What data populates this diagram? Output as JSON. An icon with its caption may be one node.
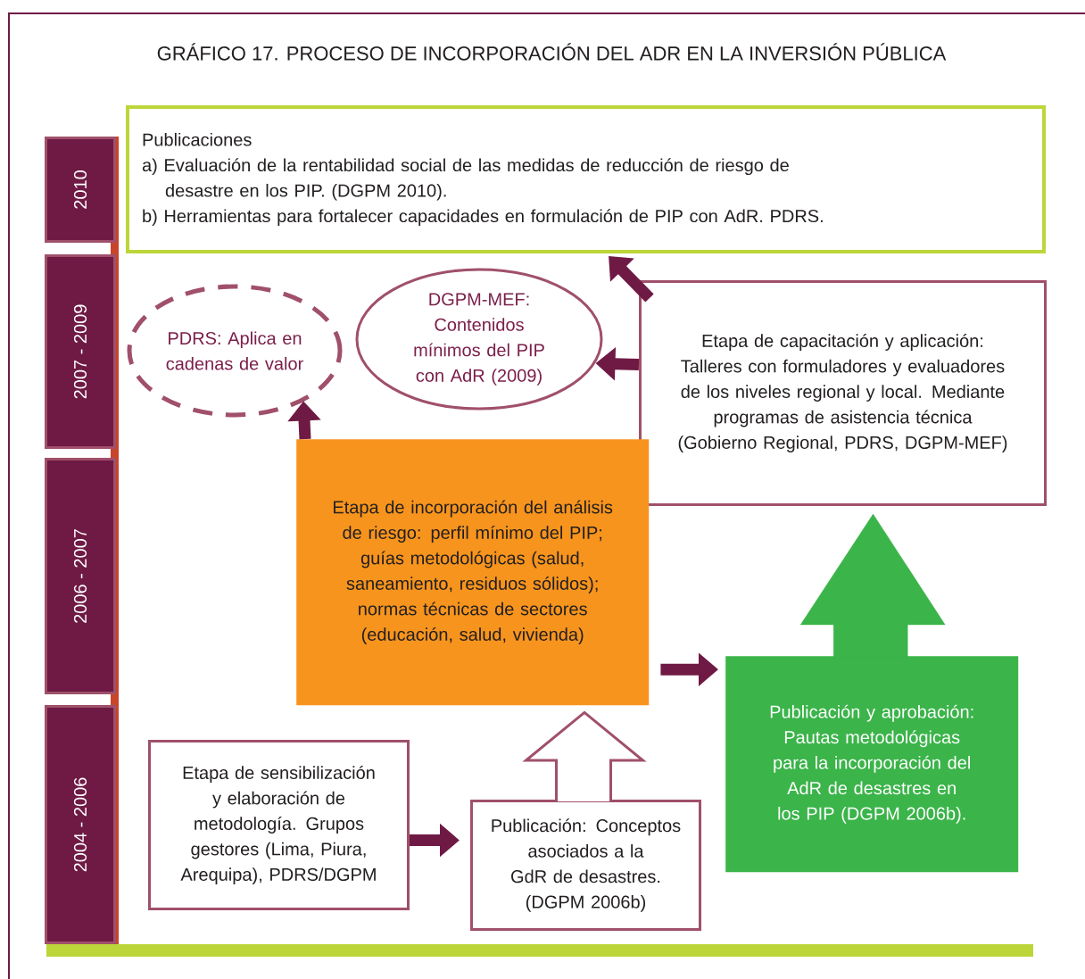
{
  "diagram": {
    "title": "GRÁFICO 17. PROCESO DE INCORPORACIÓN DEL ADR EN LA INVERSIÓN PÚBLICA",
    "nodes": [
      {
        "text": [
          "Publicaciones",
          "a) Evaluación de la rentabilidad social de las medidas de reducción de riesgo de desastre en los PIP. (DGPM 2010).",
          "b) Herramientas para fortalecer capacidades en formulación de PIP con AdR. PDRS."
        ]
      },
      {
        "text": [
          "2010"
        ]
      },
      {
        "text": [
          "2007 - 2009"
        ]
      },
      {
        "text": [
          "PDRS: Aplica en cadenas de valor"
        ]
      },
      {
        "text": [
          "DGPM-MEF: Contenidos mínimos del PIP con AdR (2009)"
        ]
      },
      {
        "text": [
          "Etapa de capacitación y aplicación: Talleres con formuladores y evaluadores de los niveles regional y local. Mediante programas de asistencia técnica (Gobierno Regional, PDRS, DGPM-MEF)"
        ]
      },
      {
        "text": [
          "2006 - 2007"
        ]
      },
      {
        "text": [
          "Etapa de incorporación del análisis de riesgo: perfil mínimo del PIP; guías metodológicas (salud, saneamiento, residuos sólidos); normas técnicas de sectores (educación, salud, vivienda)"
        ]
      },
      {
        "text": [
          "2004 - 2006"
        ]
      },
      {
        "text": [
          "Etapa de sensibilización y elaboración de metodología. Grupos gestores (Lima, Piura, Arequipa), PDRS/DGPM"
        ]
      },
      {
        "text": [
          "Publicación: Conceptos asociados a la GdR de desastres. (DGPM 2006b)"
        ]
      },
      {
        "text": [
          "Publicación y aprobación: Pautas metodológicas para la incorporación del AdR de desastres en los PIP (DGPM 2006b)."
        ]
      }
    ],
    "edges": [
      {
        "from": 5,
        "to": 0,
        "arrow": "to"
      },
      {
        "from": 5,
        "to": 4,
        "arrow": "to"
      },
      {
        "from": 7,
        "to": 3,
        "arrow": "to"
      },
      {
        "from": 7,
        "to": 11,
        "arrow": "to"
      },
      {
        "from": 9,
        "to": 10,
        "arrow": "to"
      },
      {
        "from": 10,
        "to": 7,
        "arrow": "to",
        "color": "#a0506a"
      },
      {
        "from": 11,
        "to": 5,
        "arrow": "to",
        "color": "#3bb44a"
      }
    ]
  }
}
